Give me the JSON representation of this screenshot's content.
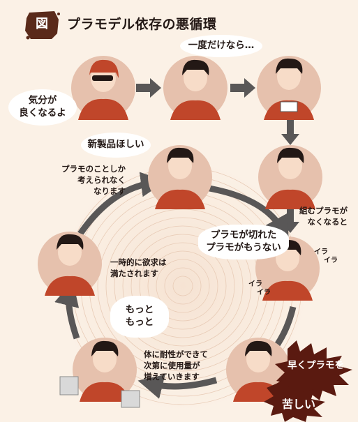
{
  "title": "プラモデル依存の悪循環",
  "badge": "図",
  "bubbles": {
    "feel_good": [
      "気分が",
      "良くなるよ"
    ],
    "just_once": "一度だけなら…",
    "want_new": "新製品ほしい",
    "ran_out": [
      "プラモが切れた",
      "プラモがもうない"
    ],
    "more": [
      "もっと",
      "もっと"
    ]
  },
  "notes": {
    "obsessed": [
      "プラモのことしか",
      "考えられなく",
      "なります"
    ],
    "gone": [
      "組むプラモが",
      "なくなると"
    ],
    "satisfied": [
      "一時的に欲求は",
      "満たされます"
    ],
    "tolerance": [
      "体に耐性ができて",
      "次第に使用量が",
      "増えていきます"
    ]
  },
  "irritation": [
    "イラ",
    "イラ",
    "イラ",
    "イラ"
  ],
  "bursts": {
    "hurry": "早くプラモを",
    "painful": "苦しい"
  },
  "colors": {
    "background": "#fbf1e6",
    "circle": "#e6c1ad",
    "shirt": "#c0462a",
    "arrow": "#595757",
    "burst": "#5a1a10",
    "ink": "#231815"
  }
}
